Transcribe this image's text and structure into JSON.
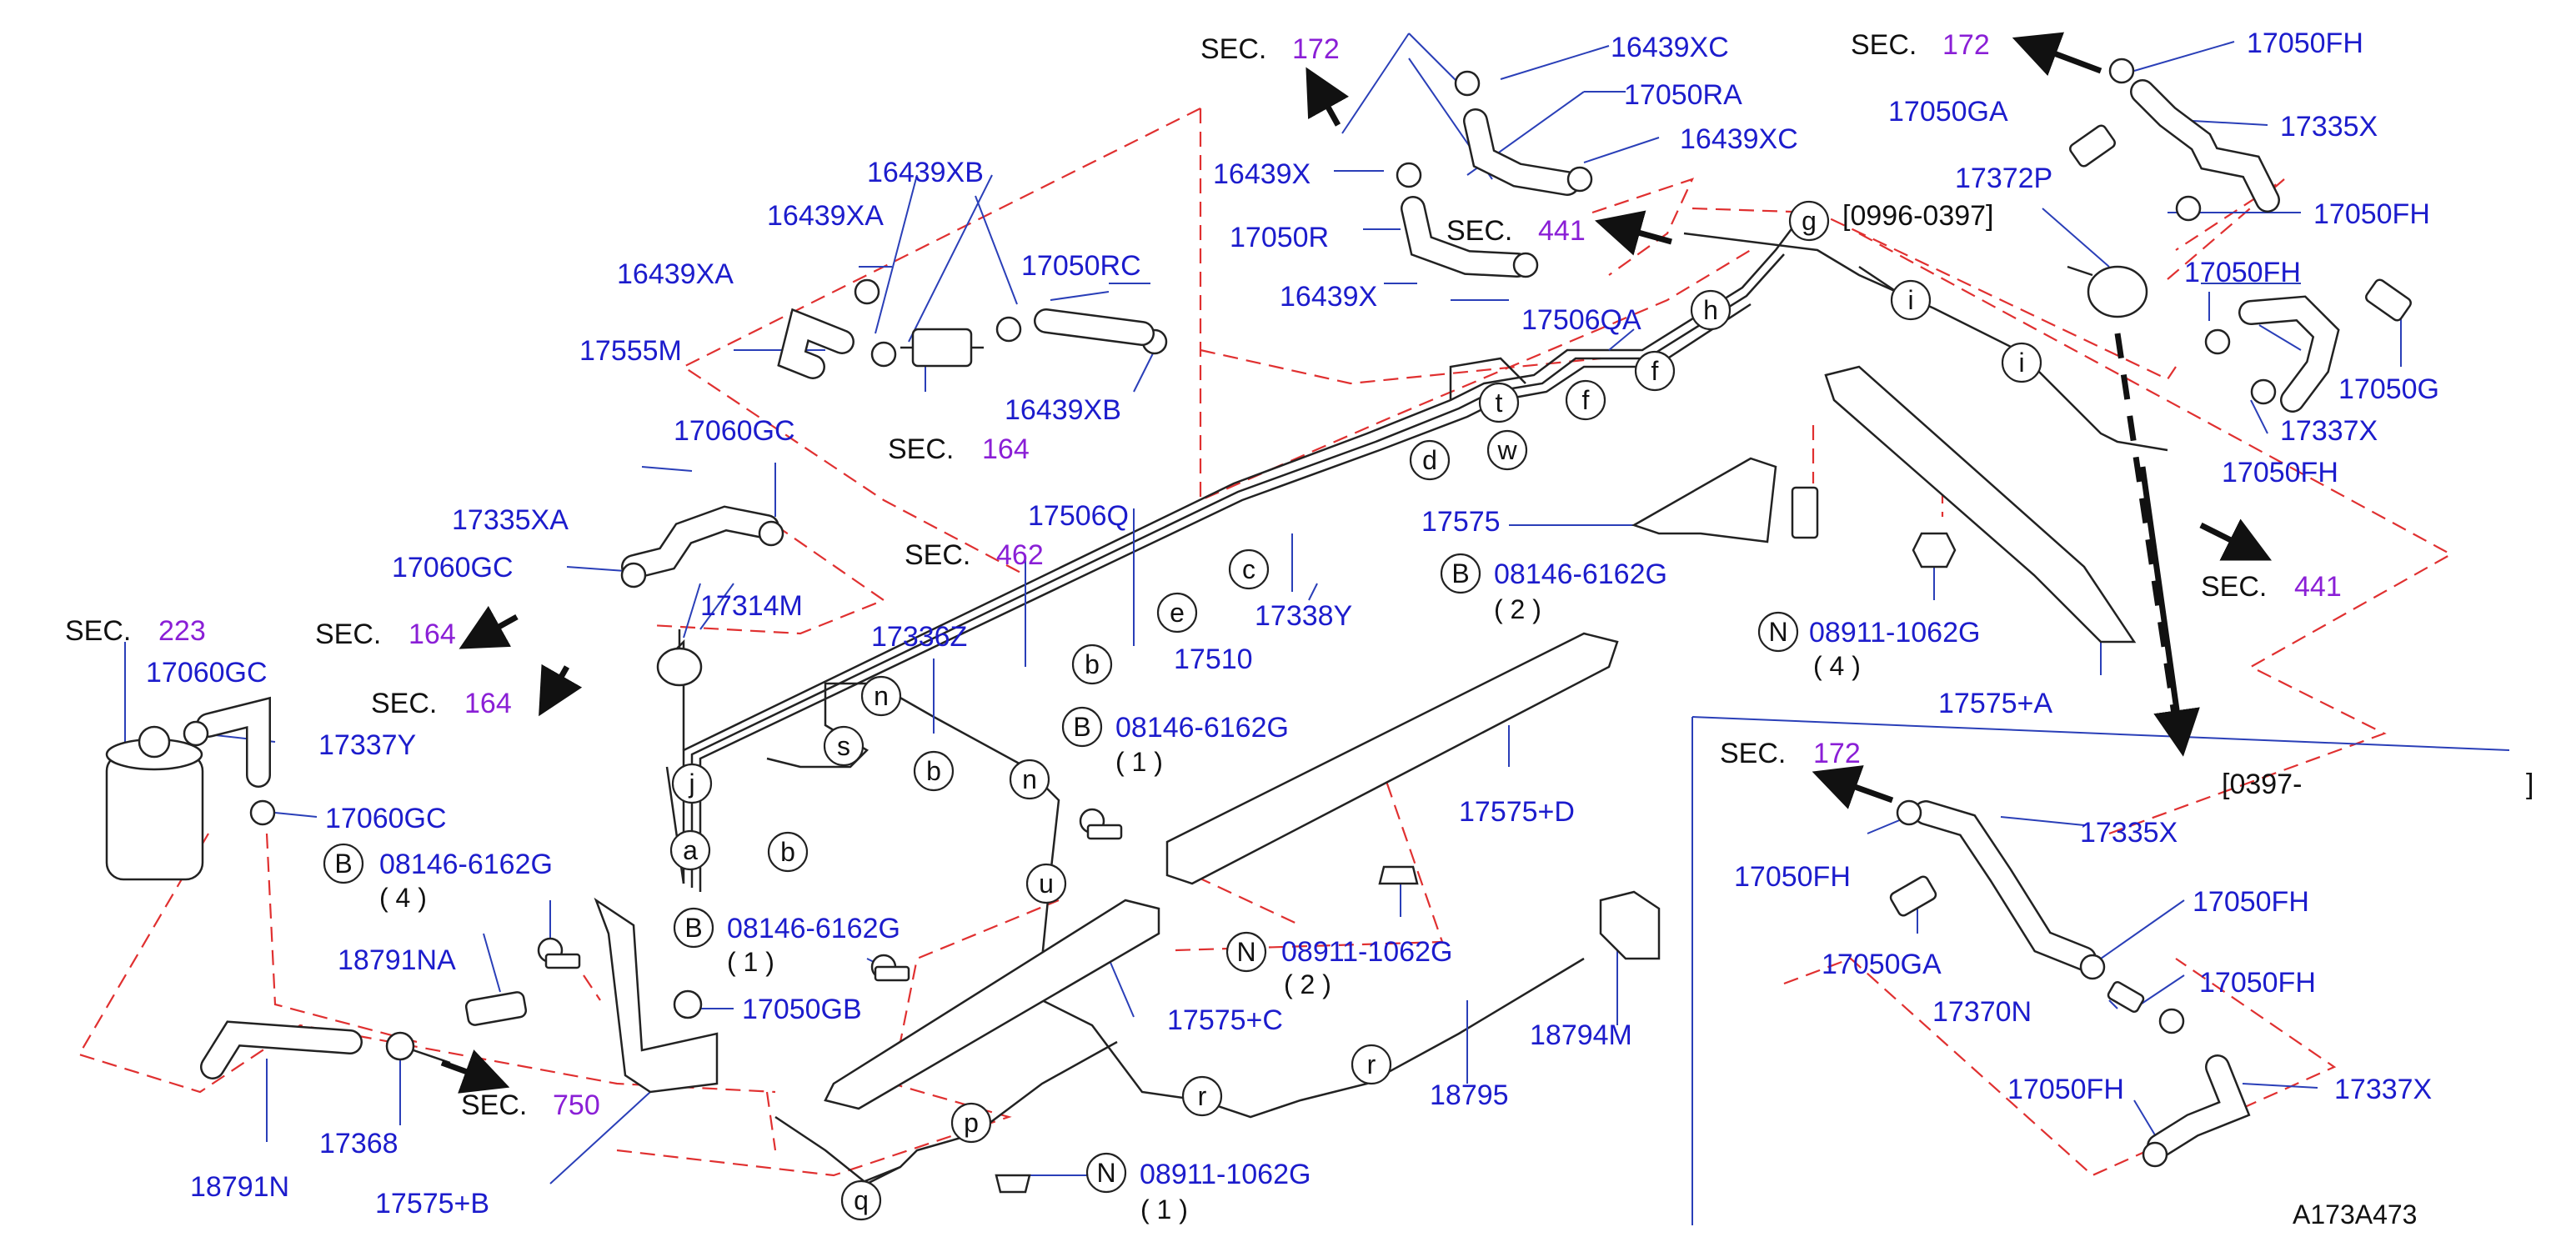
{
  "sections": {
    "sec_prefix": "SEC.",
    "s172_top": "172",
    "s441_mid": "441",
    "s172_right": "172",
    "s164_mid": "164",
    "s462": "462",
    "s223": "223",
    "s164_a": "164",
    "s164_b": "164",
    "s750": "750",
    "s441_right": "441",
    "s172_lower": "172"
  },
  "labels": {
    "p16439XC_a": "16439XC",
    "p17050RA": "17050RA",
    "p16439XC_b": "16439XC",
    "p16439X_a": "16439X",
    "p17050R": "17050R",
    "p16439X_b": "16439X",
    "p17506QA": "17506QA",
    "p17050FH_1": "17050FH",
    "p17050GA_1": "17050GA",
    "p17335X_1": "17335X",
    "p17372P": "17372P",
    "p17050FH_2": "17050FH",
    "p17050FH_3": "17050FH",
    "p17050G": "17050G",
    "p17337X_1": "17337X",
    "p17050FH_4": "17050FH",
    "p16439XB_a": "16439XB",
    "p16439XA_a": "16439XA",
    "p16439XA_b": "16439XA",
    "p17050RC": "17050RC",
    "p17555M": "17555M",
    "p16439XB_b": "16439XB",
    "p17060GC_a": "17060GC",
    "p17335XA": "17335XA",
    "p17060GC_b": "17060GC",
    "p17314M": "17314M",
    "p17506Q": "17506Q",
    "p17336Z": "17336Z",
    "p17338Y": "17338Y",
    "p17510": "17510",
    "p17575": "17575",
    "b08146_a": "08146-6162G",
    "q_a": "( 2 )",
    "n08911_a": "08911-1062G",
    "q_b": "( 4 )",
    "p17575A": "17575+A",
    "p17060GC_c": "17060GC",
    "p17337Y": "17337Y",
    "p17060GC_d": "17060GC",
    "b08146_b": "08146-6162G",
    "q_c": "( 4 )",
    "b08146_c": "08146-6162G",
    "q_d": "( 1 )",
    "p17575D": "17575+D",
    "p18791NA": "18791NA",
    "b08146_d": "08146-6162G",
    "q_e": "( 1 )",
    "p17050GB": "17050GB",
    "n08911_b": "08911-1062G",
    "q_f": "( 2 )",
    "p17575C": "17575+C",
    "p18794M": "18794M",
    "p18795": "18795",
    "p18791N": "18791N",
    "p17368": "17368",
    "p17575B": "17575+B",
    "n08911_c": "08911-1062G",
    "q_g": "( 1 )",
    "p17050FH_5": "17050FH",
    "p17335X_2": "17335X",
    "p17050GA_2": "17050GA",
    "p17050FH_6": "17050FH",
    "p17370N": "17370N",
    "p17050FH_7": "17050FH",
    "p17050FH_8": "17050FH",
    "p17337X_2": "17337X"
  },
  "dates": {
    "range_a": "[0996-0397]",
    "range_b_start": "[0397-",
    "range_b_end": "]"
  },
  "markers": {
    "B": "B",
    "N": "N"
  },
  "pipe_letters": [
    "g",
    "h",
    "f",
    "f",
    "i",
    "i",
    "t",
    "w",
    "d",
    "c",
    "e",
    "b",
    "n",
    "s",
    "b",
    "n",
    "j",
    "a",
    "b",
    "u",
    "r",
    "r",
    "p",
    "q"
  ],
  "diagram_code": "A173A473",
  "colors": {
    "part_number": "#1c1ccc",
    "section_number": "#8a1fd6",
    "dashed_boundary": "#e03030",
    "leader": "#2a3fb8"
  }
}
